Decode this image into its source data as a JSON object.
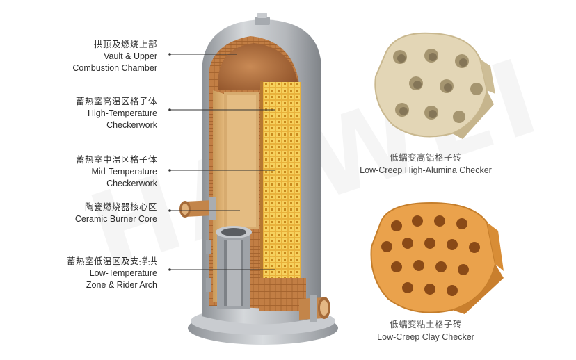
{
  "labels": [
    {
      "zh": "拱顶及燃烧上部",
      "en1": "Vault & Upper",
      "en2": "Combustion Chamber"
    },
    {
      "zh": "蓄热室高温区格子体",
      "en1": "High-Temperature",
      "en2": "Checkerwork"
    },
    {
      "zh": "蓄热室中温区格子体",
      "en1": "Mid-Temperature",
      "en2": "Checkerwork"
    },
    {
      "zh": "陶瓷燃烧器核心区",
      "en1": "Ceramic Burner Core",
      "en2": ""
    },
    {
      "zh": "蓄热室低温区及支撑拱",
      "en1": "Low-Temperature",
      "en2": "Zone & Rider Arch"
    }
  ],
  "products": [
    {
      "zh": "低蠕变高铝格子砖",
      "en": "Low-Creep High-Alumina Checker"
    },
    {
      "zh": "低蠕变粘土格子砖",
      "en": "Low-Creep Clay Checker"
    }
  ],
  "colors": {
    "steel": "#b9bcc0",
    "steel_dark": "#8c9095",
    "brick": "#c8894f",
    "brick_dark": "#a5652f",
    "checker": "#f0c24a",
    "alumina": "#e3d7b8",
    "clay": "#e9a24c",
    "leader": "#333333"
  }
}
